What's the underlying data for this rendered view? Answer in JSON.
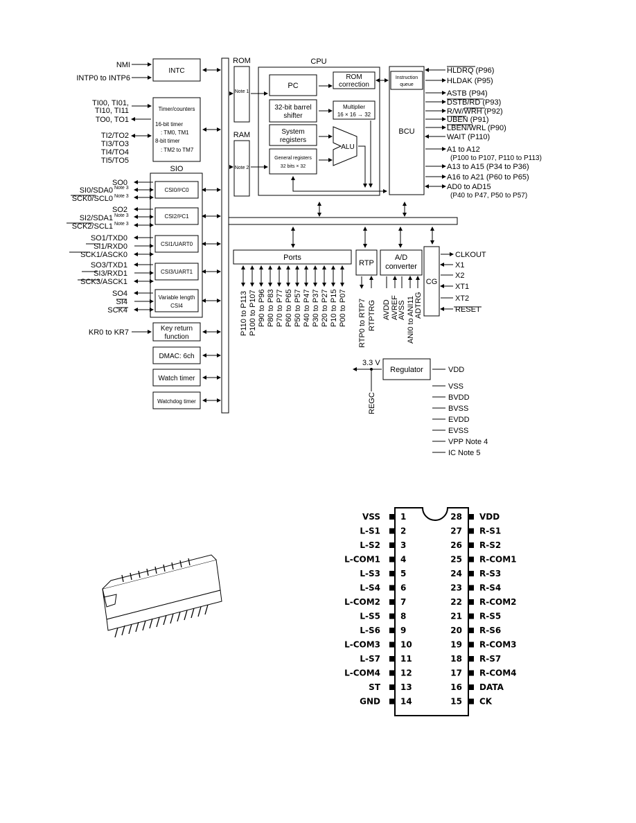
{
  "block_diagram": {
    "left_signals": {
      "nmi": "NMI",
      "intp": "INTP0 to INTP6",
      "ti_a": "TI00, TI01,",
      "ti_b": "TI10, TI11",
      "to": "TO0, TO1",
      "ti2": "TI2/TO2",
      "ti3": "TI3/TO3",
      "ti4": "TI4/TO4",
      "ti5": "TI5/TO5",
      "so0": "SO0",
      "si0": "SI0/SDA0",
      "sck0": "SCK0/SCL0",
      "so2": "SO2",
      "si2": "SI2/SDA1",
      "sck2": "SCK2/SCL1",
      "so1": "SO1/TXD0",
      "si1": "SI1/RXD0",
      "sck1": "SCK1/ASCK0",
      "so3": "SO3/TXD1",
      "si3": "SI3/RXD1",
      "sck3": "SCK3/ASCK1",
      "so4": "SO4",
      "si4": "SI4",
      "sck4": "SCK4",
      "kr": "KR0 to KR7",
      "note3": "Note 3"
    },
    "blocks": {
      "intc": "INTC",
      "timer_title": "Timer/counters",
      "timer_16": "16-bit timer",
      "timer_tm01": ": TM0, TM1",
      "timer_8": "8-bit timer",
      "timer_tm27": ": TM2 to TM7",
      "sio": "SIO",
      "csi0": "CSI0/I²C0",
      "csi2": "CSI2/I²C1",
      "csi1": "CSI1/UART0",
      "csi3": "CSI3/UART1",
      "csi4_a": "Variable length",
      "csi4_b": "CSI4",
      "key_a": "Key return",
      "key_b": "function",
      "dmac": "DMAC: 6ch",
      "watch": "Watch timer",
      "watchdog": "Watchdog timer",
      "rom": "ROM",
      "ram": "RAM",
      "note1": "Note 1",
      "note2": "Note 2",
      "cpu": "CPU",
      "pc": "PC",
      "shifter_a": "32-bit barrel",
      "shifter_b": "shifter",
      "sysreg_a": "System",
      "sysreg_b": "registers",
      "genreg_a": "General registers",
      "genreg_b": "32 bits × 32",
      "romcorr_a": "ROM",
      "romcorr_b": "correction",
      "mult_a": "Multiplier",
      "mult_b": "16 × 16 → 32",
      "alu": "ALU",
      "iq_a": "Instruction",
      "iq_b": "queue",
      "bcu": "BCU",
      "ports": "Ports",
      "rtp": "RTP",
      "ad_a": "A/D",
      "ad_b": "converter",
      "cg": "CG",
      "regulator": "Regulator"
    },
    "right_signals": {
      "hldrq": "HLDRQ (P96)",
      "hldak": "HLDAK (P95)",
      "astb": "ASTB (P94)",
      "dstb": "DSTB/RD (P93)",
      "rw": "R/W/WRH (P92)",
      "uben": "UBEN (P91)",
      "lben": "LBEN/WRL (P90)",
      "wait": "WAIT (P110)",
      "a1": "A1 to A12",
      "a1_sub": "(P100 to P107, P110 to P113)",
      "a13": "A13 to A15 (P34 to P36)",
      "a16": "A16 to A21 (P60 to P65)",
      "ad0": "AD0 to AD15",
      "ad0_sub": "(P40 to P47, P50 to P57)",
      "clkout": "CLKOUT",
      "x1": "X1",
      "x2": "X2",
      "xt1": "XT1",
      "xt2": "XT2",
      "reset": "RESET"
    },
    "port_labels": [
      "P110 to P113",
      "P100 to P107",
      "P90 to P96",
      "P80 to P83",
      "P70 to P77",
      "P60 to P65",
      "P50 to P57",
      "P40 to P47",
      "P30 to P37",
      "P20 to P27",
      "P10 to P15",
      "P00 to P07"
    ],
    "rtp_labels": [
      "RTP0 to RTP7",
      "RTPTRG"
    ],
    "ad_labels": [
      "AVDD",
      "AVREF",
      "AVSS",
      "ANI0 to ANI11",
      "ADTRG"
    ],
    "regulator": {
      "v33": "3.3 V",
      "regc": "REGC",
      "vdd": "VDD"
    },
    "power_pins": [
      "VSS",
      "BVDD",
      "BVSS",
      "EVDD",
      "EVSS",
      "VPP Note 4",
      "IC Note 5"
    ]
  },
  "pinout": {
    "left": [
      {
        "num": "1",
        "name": "VSS"
      },
      {
        "num": "2",
        "name": "L-S1"
      },
      {
        "num": "3",
        "name": "L-S2"
      },
      {
        "num": "4",
        "name": "L-COM1"
      },
      {
        "num": "5",
        "name": "L-S3"
      },
      {
        "num": "6",
        "name": "L-S4"
      },
      {
        "num": "7",
        "name": "L-COM2"
      },
      {
        "num": "8",
        "name": "L-S5"
      },
      {
        "num": "9",
        "name": "L-S6"
      },
      {
        "num": "10",
        "name": "L-COM3"
      },
      {
        "num": "11",
        "name": "L-S7"
      },
      {
        "num": "12",
        "name": "L-COM4"
      },
      {
        "num": "13",
        "name": "ST"
      },
      {
        "num": "14",
        "name": "GND"
      }
    ],
    "right": [
      {
        "num": "28",
        "name": "VDD"
      },
      {
        "num": "27",
        "name": "R-S1"
      },
      {
        "num": "26",
        "name": "R-S2"
      },
      {
        "num": "25",
        "name": "R-COM1"
      },
      {
        "num": "24",
        "name": "R-S3"
      },
      {
        "num": "23",
        "name": "R-S4"
      },
      {
        "num": "22",
        "name": "R-COM2"
      },
      {
        "num": "21",
        "name": "R-S5"
      },
      {
        "num": "20",
        "name": "R-S6"
      },
      {
        "num": "19",
        "name": "R-COM3"
      },
      {
        "num": "18",
        "name": "R-S7"
      },
      {
        "num": "17",
        "name": "R-COM4"
      },
      {
        "num": "16",
        "name": "DATA"
      },
      {
        "num": "15",
        "name": "CK"
      }
    ]
  }
}
